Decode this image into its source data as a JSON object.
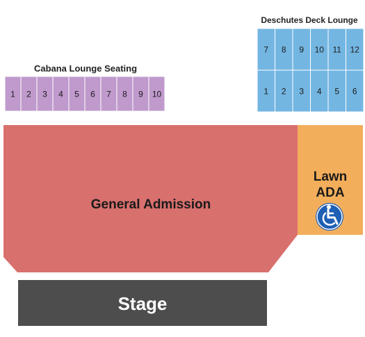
{
  "venue_map": {
    "cabana": {
      "title": "Cabana Lounge Seating",
      "color": "#c09acd",
      "border": "#ffffff",
      "seats": [
        "1",
        "2",
        "3",
        "4",
        "5",
        "6",
        "7",
        "8",
        "9",
        "10"
      ]
    },
    "deck": {
      "title": "Deschutes Deck Lounge",
      "color": "#74b6e2",
      "top_row": [
        "7",
        "8",
        "9",
        "10",
        "11",
        "12"
      ],
      "bottom_row": [
        "1",
        "2",
        "3",
        "4",
        "5",
        "6"
      ]
    },
    "general_admission": {
      "label": "General Admission",
      "color": "#d8706d"
    },
    "lawn_ada": {
      "line1": "Lawn",
      "line2": "ADA",
      "color": "#f3ae5b",
      "icon": "wheelchair-accessible-icon",
      "icon_color": "#1f5fb4"
    },
    "stage": {
      "label": "Stage",
      "color": "#4d4d4d",
      "text_color": "#ffffff"
    }
  }
}
